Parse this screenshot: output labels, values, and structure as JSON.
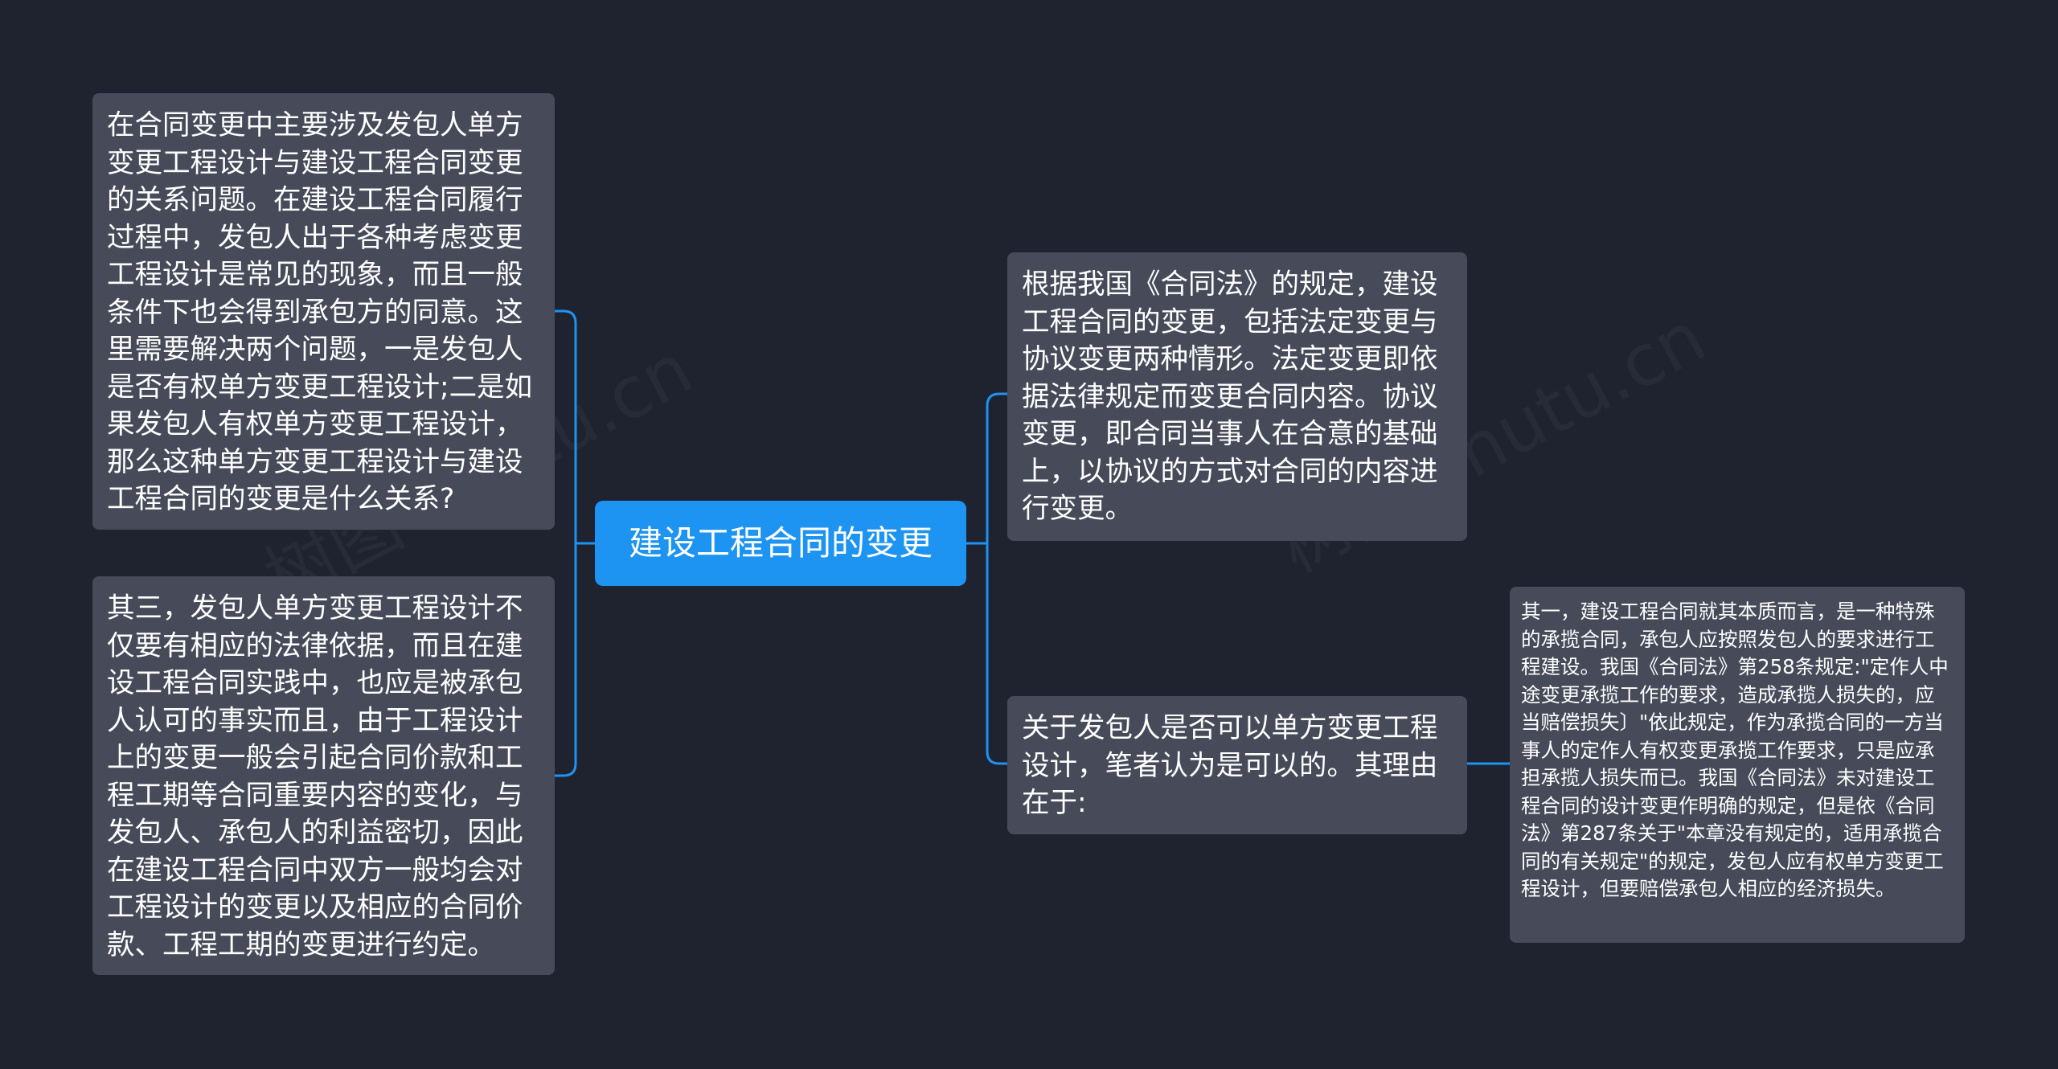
{
  "root": {
    "label": "建设工程合同的变更",
    "color": "#1d93f2"
  },
  "left_nodes": [
    {
      "text": "在合同变更中主要涉及发包人单方变更工程设计与建设工程合同变更的关系问题。在建设工程合同履行过程中，发包人出于各种考虑变更工程设计是常见的现象，而且一般条件下也会得到承包方的同意。这里需要解决两个问题，一是发包人是否有权单方变更工程设计;二是如果发包人有权单方变更工程设计，那么这种单方变更工程设计与建设工程合同的变更是什么关系?"
    },
    {
      "text": "其三，发包人单方变更工程设计不仅要有相应的法律依据，而且在建设工程合同实践中，也应是被承包人认可的事实而且，由于工程设计上的变更一般会引起合同价款和工程工期等合同重要内容的变化，与发包人、承包人的利益密切，因此在建设工程合同中双方一般均会对工程设计的变更以及相应的合同价款、工程工期的变更进行约定。"
    }
  ],
  "right_nodes": [
    {
      "text": "根据我国《合同法》的规定，建设工程合同的变更，包括法定变更与协议变更两种情形。法定变更即依据法律规定而变更合同内容。协议变更，即合同当事人在合意的基础上，以协议的方式对合同的内容进行变更。"
    },
    {
      "text": "关于发包人是否可以单方变更工程设计，笔者认为是可以的。其理由在于:"
    }
  ],
  "sub_node": {
    "text": "其一，建设工程合同就其本质而言，是一种特殊的承揽合同，承包人应按照发包人的要求进行工程建设。我国《合同法》第258条规定:\"定作人中途变更承揽工作的要求，造成承揽人损失的，应当赔偿损失〕\"依此规定，作为承揽合同的一方当事人的定作人有权变更承揽工作要求，只是应承担承揽人损失而已。我国《合同法》未对建设工程合同的设计变更作明确的规定，但是依《合同法》第287条关于\"本章没有规定的，适用承揽合同的有关规定\"的规定，发包人应有权单方变更工程设计，但要赔偿承包人相应的经济损失。"
  },
  "colors": {
    "background": "#1f2330",
    "node": "#474b59",
    "connector": "#1d93f2",
    "text": "#ffffff"
  }
}
